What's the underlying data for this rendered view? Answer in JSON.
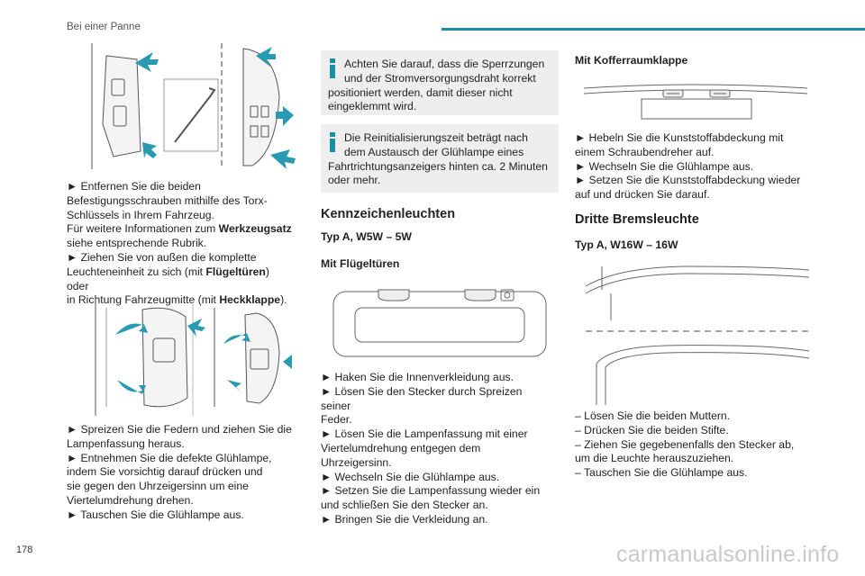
{
  "header": {
    "title": "Bei einer Panne"
  },
  "page_number": "178",
  "watermark": "carmanualsonline.info",
  "col1": {
    "para1": [
      "► Entfernen Sie die beiden",
      "Befestigungsschrauben mithilfe des Torx-",
      "Schlüssels in Ihrem Fahrzeug."
    ],
    "para1_ref_prefix": "Für weitere Informationen zum ",
    "para1_ref_bold": "Werkzeugsatz",
    "para1_ref_suffix": "siehe entsprechende Rubrik.",
    "para2_line1": "► Ziehen Sie von außen die komplette",
    "para2_line2_a": "Leuchteneinheit zu sich (mit ",
    "para2_line2_bold": "Flügeltüren",
    "para2_line2_b": ") oder",
    "para2_line3_a": "in Richtung Fahrzeugmitte (mit ",
    "para2_line3_bold": "Heckklappe",
    "para2_line3_b": ").",
    "para3": [
      "► Spreizen Sie die Federn und ziehen Sie die",
      "Lampenfassung heraus.",
      "► Entnehmen Sie die defekte Glühlampe,",
      "indem Sie vorsichtig darauf drücken und",
      "sie gegen den Uhrzeigersinn um eine",
      "Viertelumdrehung drehen.",
      "► Tauschen Sie die Glühlampe aus."
    ]
  },
  "col2": {
    "note1": [
      "Achten Sie darauf, dass die Sperrzungen",
      "und der Stromversorgungsdraht korrekt",
      "positioniert werden, damit dieser nicht",
      "eingeklemmt wird."
    ],
    "note2": [
      "Die Reinitialisierungszeit beträgt nach",
      "dem Austausch der Glühlampe eines",
      "Fahrtrichtungsanzeigers hinten ca. 2 Minuten",
      "oder mehr."
    ],
    "section_title": "Kennzeichenleuchten",
    "type_label": "Typ A, W5W – 5W",
    "variant_label": "Mit Flügeltüren",
    "steps": [
      "► Haken Sie die Innenverkleidung aus.",
      "► Lösen Sie den Stecker durch Spreizen seiner",
      "Feder.",
      "► Lösen Sie die Lampenfassung mit einer",
      "Viertelumdrehung entgegen dem Uhrzeigersinn.",
      "► Wechseln Sie die Glühlampe aus.",
      "► Setzen Sie die Lampenfassung wieder ein",
      "und schließen Sie den Stecker an.",
      "► Bringen Sie die Verkleidung an."
    ]
  },
  "col3": {
    "variant_label": "Mit Kofferraumklappe",
    "steps": [
      "► Hebeln Sie die Kunststoffabdeckung mit",
      "einem Schraubendreher auf.",
      "► Wechseln Sie die Glühlampe aus.",
      "► Setzen Sie die Kunststoffabdeckung wieder",
      "auf und drücken Sie darauf."
    ],
    "section_title": "Dritte Bremsleuchte",
    "type_label": "Typ A, W16W – 16W",
    "steps2": [
      "– Lösen Sie die beiden Muttern.",
      "– Drücken Sie die beiden Stifte.",
      "– Ziehen Sie gegebenenfalls den Stecker ab,",
      "um die Leuchte herauszuziehen.",
      "– Tauschen Sie die Glühlampe aus."
    ]
  },
  "colors": {
    "accent": "#1a8fa4",
    "note_bg": "#eeeeee",
    "arrow": "#2a9ab0"
  }
}
